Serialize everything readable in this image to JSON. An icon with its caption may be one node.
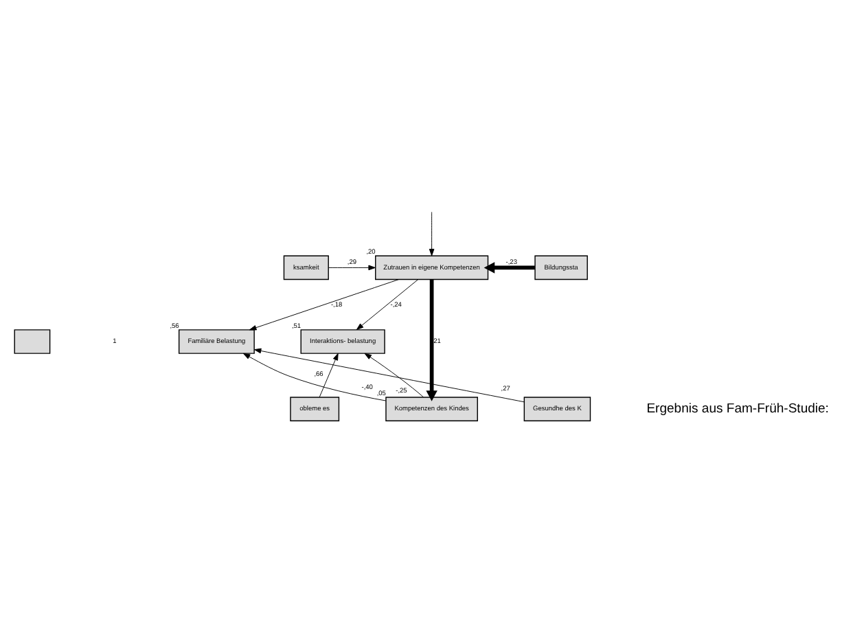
{
  "diagram": {
    "nodes": [
      {
        "text": [
          "ksamkeit"
        ]
      },
      {
        "text": [
          "Zutrauen in eigene Kompetenzen"
        ],
        "beside": [
          ",20"
        ]
      },
      {
        "text": [
          "Bildungssta"
        ]
      },
      {
        "text": [],
        "shape": "box"
      },
      {
        "text": [
          "Familiäre Belastung"
        ],
        "beside": [
          ",56"
        ]
      },
      {
        "text": [
          "Interaktions- belastung"
        ],
        "beside": [
          ",51"
        ]
      },
      {
        "text": [
          "obleme es"
        ]
      },
      {
        "text": [
          "Kompetenzen des Kindes"
        ],
        "beside": [
          ",05"
        ]
      },
      {
        "text": [
          "Gesundhe des K"
        ]
      }
    ],
    "edges": [
      {
        "from": null,
        "to": 1,
        "arrow": "to"
      },
      {
        "from": 0,
        "to": 1,
        "arrow": "to",
        "label": ",29"
      },
      {
        "from": 2,
        "to": 1,
        "arrow": "to",
        "label": "-,23",
        "style": "thick"
      },
      {
        "from": 1,
        "to": 4,
        "arrow": "to",
        "label": "-,18"
      },
      {
        "from": 1,
        "to": 5,
        "arrow": "to",
        "label": "-,24"
      },
      {
        "from": 1,
        "to": 7,
        "arrow": "to",
        "label": ",21",
        "style": "thick"
      },
      {
        "from": 7,
        "to": 4,
        "arrow": "to",
        "label": "-,40"
      },
      {
        "from": 6,
        "to": 5,
        "arrow": "to",
        "label": ",66"
      },
      {
        "from": 8,
        "to": 4,
        "arrow": "to",
        "label": ",27"
      },
      {
        "from": 7,
        "to": 5,
        "arrow": "to",
        "label": "-,25"
      }
    ],
    "labels": [
      "1",
      "Ergebnis aus Fam-Früh-Studie:"
    ]
  }
}
